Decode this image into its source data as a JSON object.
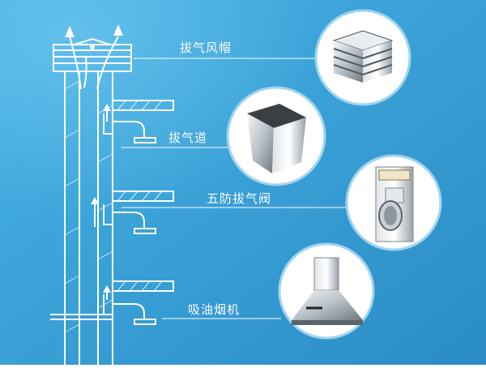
{
  "colors": {
    "background_top": "#3aa9dd",
    "background_bottom": "#2e93c9",
    "line": "#ffffff",
    "circle_ring": "#bfe3f5"
  },
  "components": [
    {
      "label": "拔气风帽",
      "icon": "roof-cap-fan"
    },
    {
      "label": "拔气道",
      "icon": "square-air-duct"
    },
    {
      "label": "五防拔气阀",
      "icon": "fire-check-valve-box"
    },
    {
      "label": "吸油烟机",
      "icon": "range-hood"
    }
  ]
}
